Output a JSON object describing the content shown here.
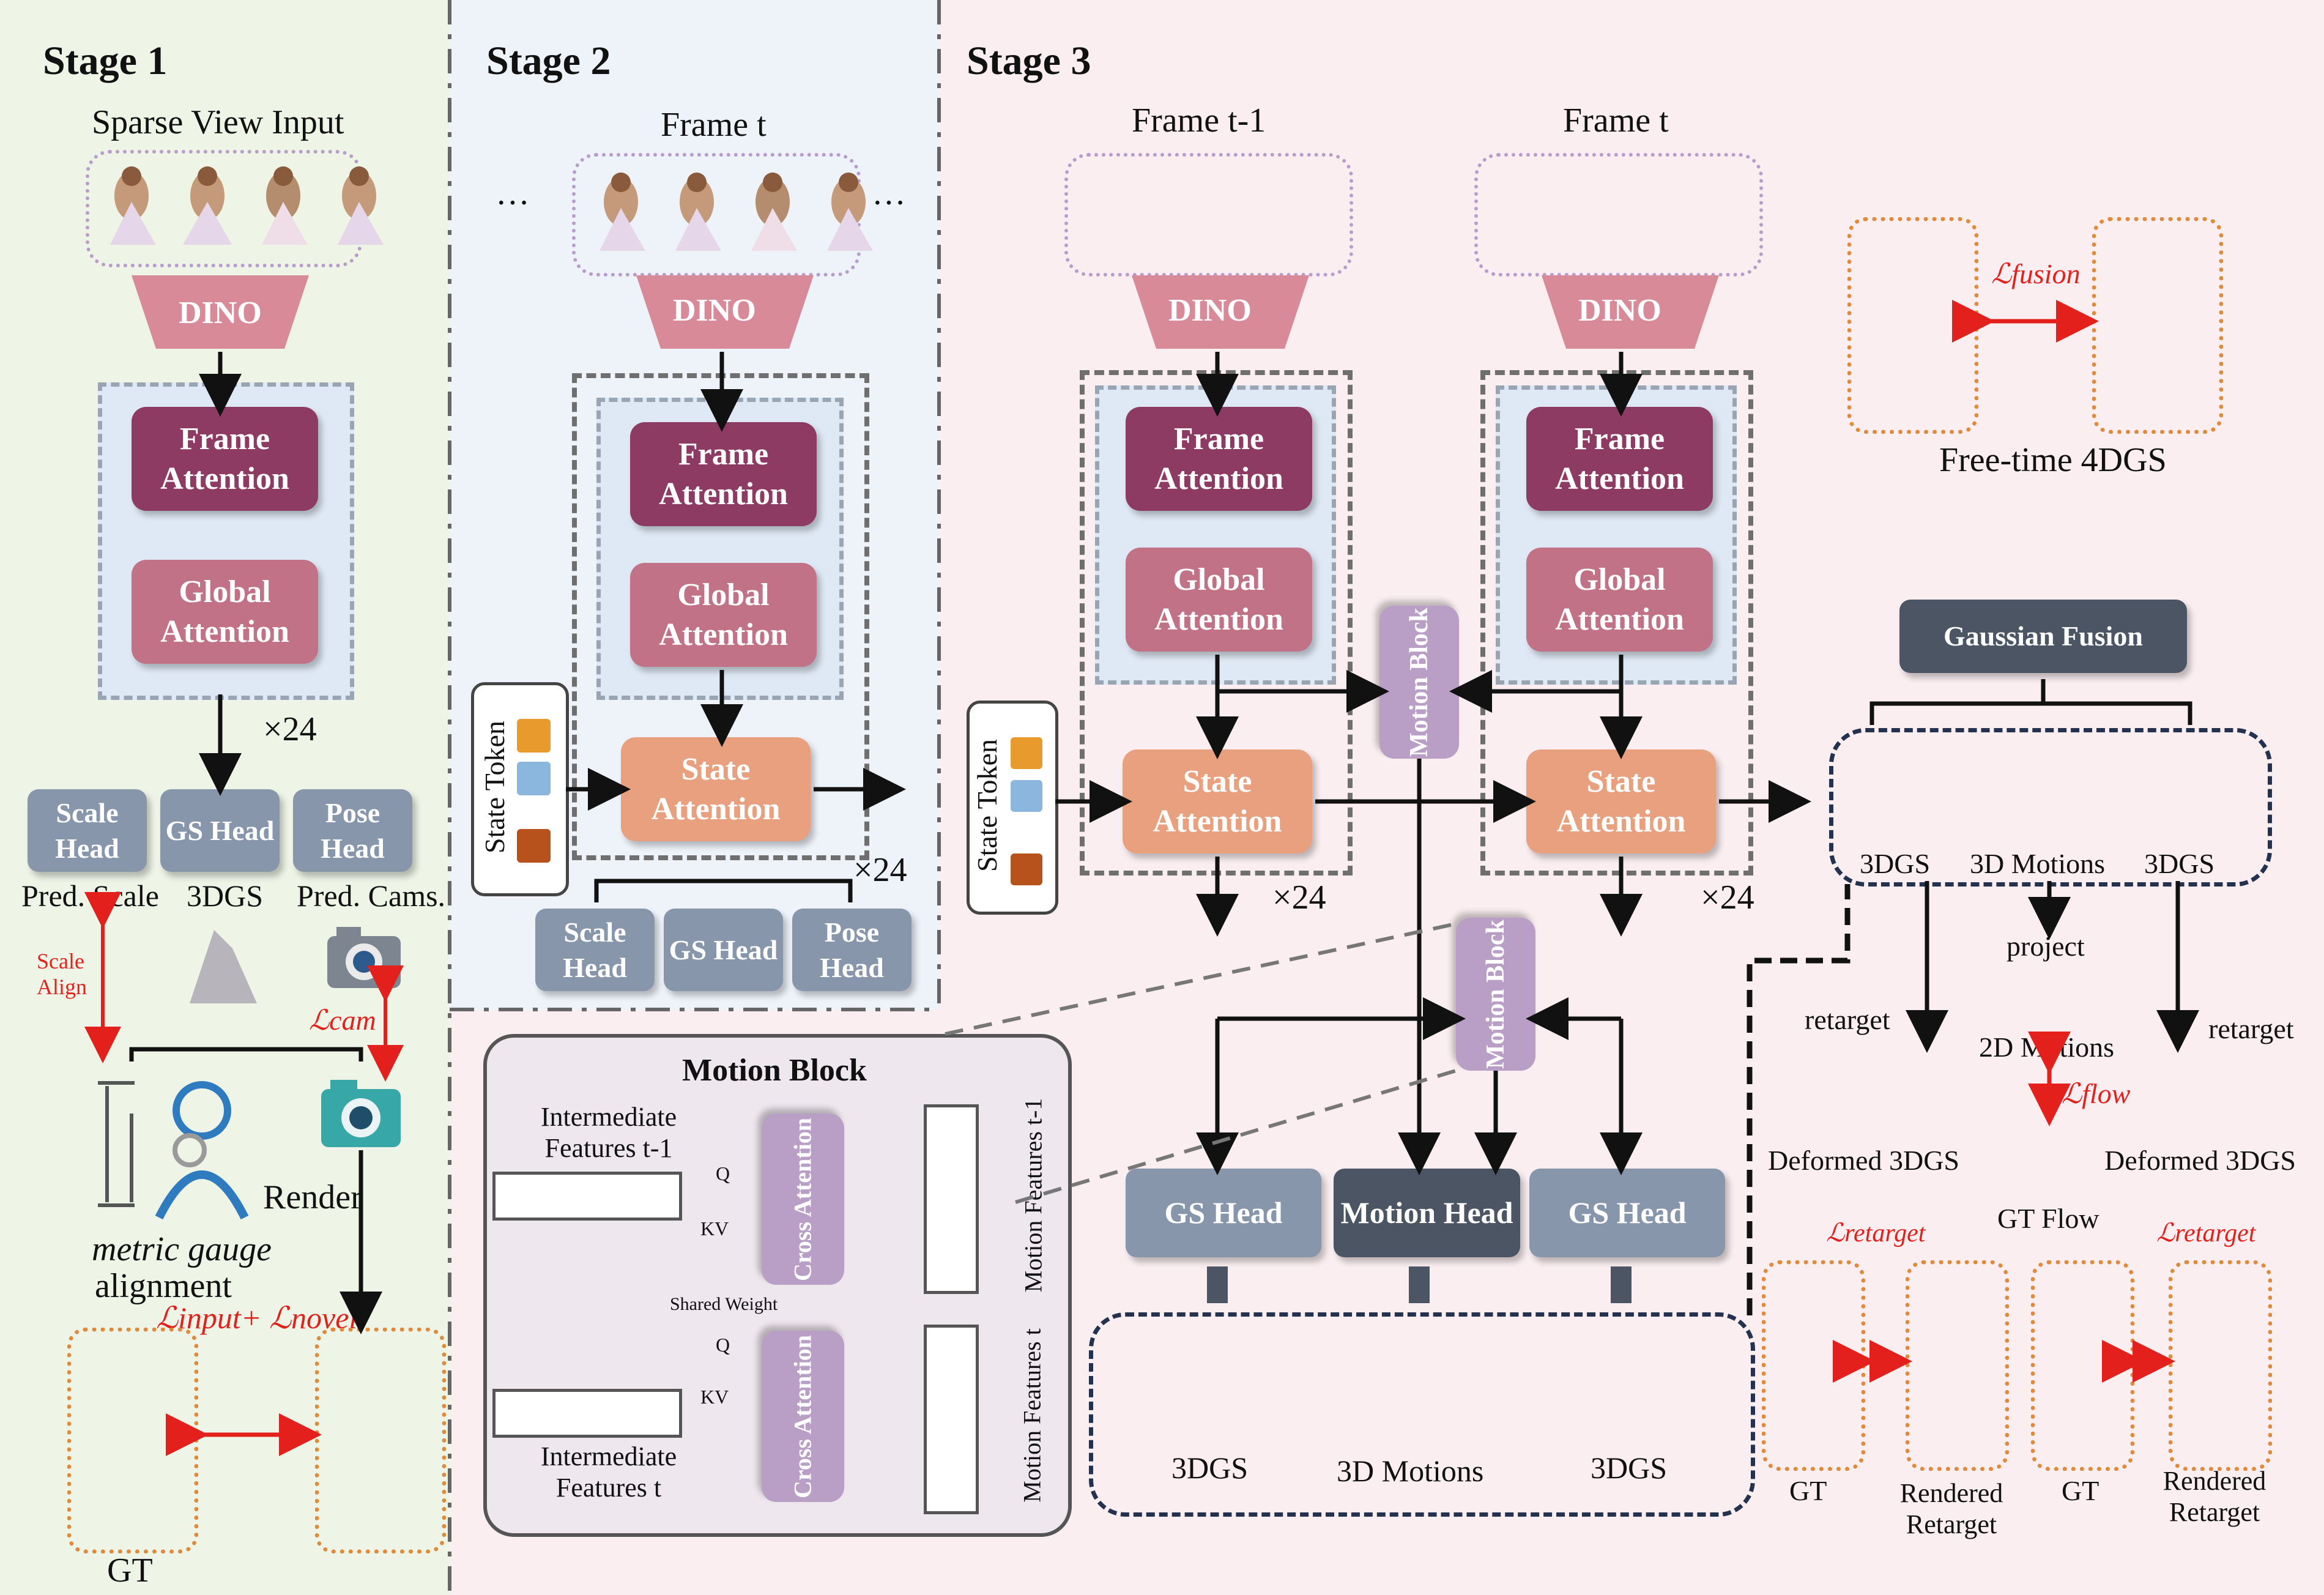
{
  "stage1": {
    "title": "Stage 1",
    "input_label": "Sparse View Input",
    "dino": "DINO",
    "frame_attention": "Frame Attention",
    "global_attention": "Global Attention",
    "repeat": "×24",
    "heads": [
      "Scale Head",
      "GS Head",
      "Pose Head"
    ],
    "pred_scale": "Pred. Scale",
    "gs_out": "3DGS",
    "pred_cams": "Pred. Cams.",
    "scale_align": "Scale Align",
    "loss_cam": "ℒcam",
    "metric_gauge": "metric gauge",
    "alignment": "alignment",
    "render": "Render",
    "loss_input_novel": "ℒinput+ ℒnovel",
    "gt": "GT"
  },
  "stage2": {
    "title": "Stage 2",
    "frame_label": "Frame t",
    "dino": "DINO",
    "frame_attention": "Frame Attention",
    "global_attention": "Global Attention",
    "state_attention": "State Attention",
    "state_token": "State Token",
    "repeat": "×24",
    "heads": [
      "Scale Head",
      "GS Head",
      "Pose Head"
    ],
    "ellipsis": "···"
  },
  "stage3": {
    "title": "Stage 3",
    "frame_tm1": "Frame t-1",
    "frame_t": "Frame t",
    "dino": "DINO",
    "frame_attention": "Frame Attention",
    "global_attention": "Global Attention",
    "state_attention": "State Attention",
    "state_token": "State Token",
    "motion_block": "Motion Block",
    "repeat": "×24",
    "gs_head": "GS Head",
    "motion_head": "Motion Head",
    "outputs": [
      "3DGS",
      "3D Motions",
      "3DGS"
    ]
  },
  "motion_block_detail": {
    "title": "Motion Block",
    "inter_tm1": "Intermediate Features t-1",
    "inter_t": "Intermediate Features t",
    "q": "Q",
    "kv": "KV",
    "cross_attention": "Cross Attention",
    "shared_weight": "Shared Weight",
    "motion_tm1": "Motion Features t-1",
    "motion_t": "Motion Features t",
    "ellipsis": "···"
  },
  "right": {
    "loss_fusion": "ℒfusion",
    "free_time": "Free-time 4DGS",
    "gaussian_fusion": "Gaussian Fusion",
    "outputs": [
      "3DGS",
      "3D Motions",
      "3DGS"
    ],
    "project": "project",
    "retarget_left": "retarget",
    "retarget_right": "retarget",
    "motions_2d": "2D Motions",
    "deformed_left": "Deformed 3DGS",
    "deformed_right": "Deformed 3DGS",
    "loss_flow": "ℒflow",
    "gt_flow": "GT Flow",
    "loss_retarget": "ℒretarget",
    "gt": "GT",
    "rendered_retarget": "Rendered Retarget"
  },
  "colors": {
    "frame": "#8e3b63",
    "global": "#c27286",
    "state": "#e8a07f",
    "head": "#8796ab",
    "dark": "#4c5564",
    "motion": "#b99ec5",
    "loss": "#e4201c",
    "stage1_bg": "#eef4e6",
    "stage2_bg": "#eef3fa",
    "stage3_bg": "#faeef1"
  },
  "icons": [
    "snowflake-icon",
    "fire-icon",
    "camera-icon",
    "person-icon"
  ]
}
